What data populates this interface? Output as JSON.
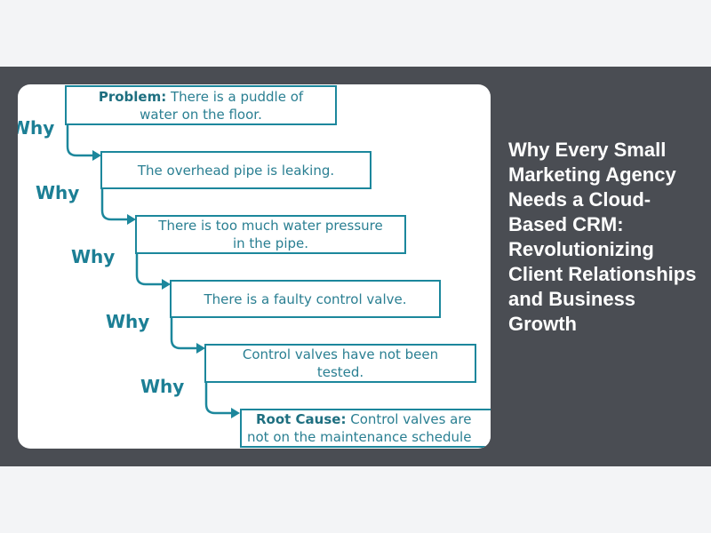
{
  "diagram": {
    "problem_label": "Problem:",
    "problem_text": [
      "There is a puddle of",
      "water on the floor."
    ],
    "steps": [
      [
        "The overhead pipe is leaking."
      ],
      [
        "There is too much water pressure",
        "in the pipe."
      ],
      [
        "There is a faulty control valve."
      ],
      [
        "Control valves have not been",
        "tested."
      ]
    ],
    "root_label": "Root Cause:",
    "root_text": [
      "Control valves are",
      "not on the maintenance schedule"
    ],
    "why_label": "Why",
    "accent": "#1c879c"
  },
  "article": {
    "title": "Why Every Small Marketing Agency Needs a Cloud-Based CRM: Revolutionizing Client Relationships and Business Growth"
  }
}
